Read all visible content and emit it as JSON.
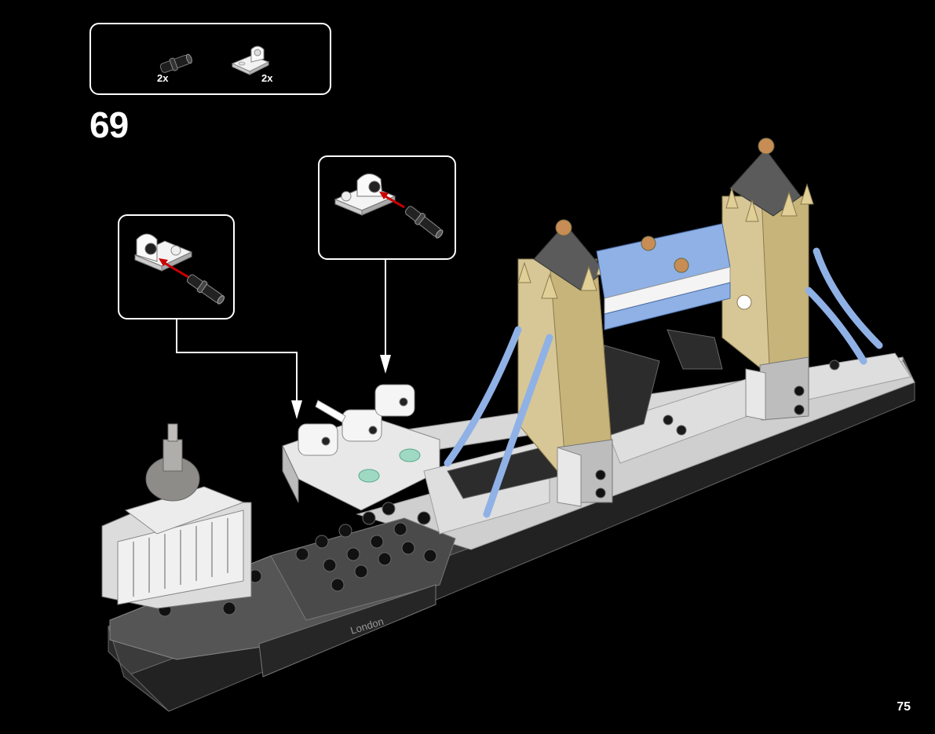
{
  "parts_list": {
    "items": [
      {
        "name": "black pin connector",
        "quantity": "2x"
      },
      {
        "name": "white plate with clip",
        "quantity": "2x"
      }
    ]
  },
  "step": {
    "number": "69"
  },
  "model": {
    "base_label": "London"
  },
  "page": {
    "number": "75"
  }
}
